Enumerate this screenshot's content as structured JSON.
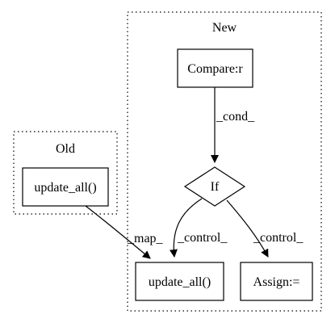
{
  "clusters": {
    "old": {
      "label": "Old"
    },
    "new": {
      "label": "New"
    }
  },
  "nodes": {
    "compare": {
      "label": "Compare:r",
      "shape": "box"
    },
    "if": {
      "label": "If",
      "shape": "diamond"
    },
    "update_old": {
      "label": "update_all()",
      "shape": "box"
    },
    "update_new": {
      "label": "update_all()",
      "shape": "box"
    },
    "assign": {
      "label": "Assign:=",
      "shape": "box"
    }
  },
  "edges": {
    "cond": {
      "label": "_cond_",
      "from": "compare",
      "to": "if"
    },
    "map": {
      "label": "_map_",
      "from": "update_old",
      "to": "update_new"
    },
    "control_left": {
      "label": "_control_",
      "from": "if",
      "to": "update_new"
    },
    "control_right": {
      "label": "_control_",
      "from": "if",
      "to": "assign"
    }
  },
  "colors": {
    "stroke": "#000000",
    "background": "#ffffff"
  }
}
